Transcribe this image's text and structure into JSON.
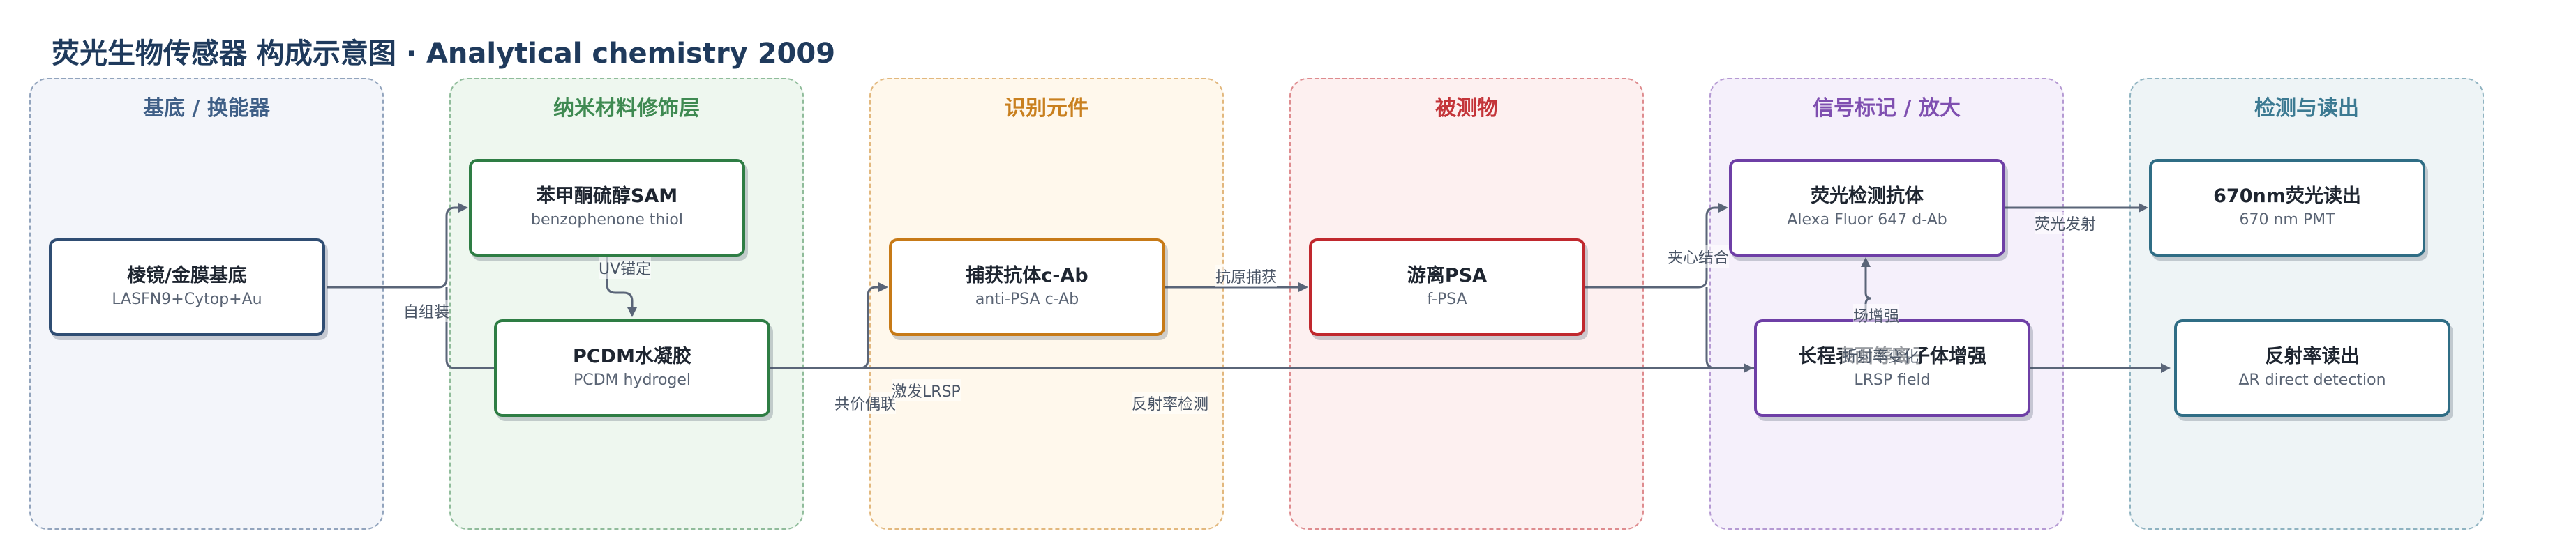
{
  "header": {
    "title": "荧光生物传感器 构成示意图 · Analytical chemistry 2009"
  },
  "lanes": [
    {
      "title": "基底 / 换能器",
      "color": "#3f5f87",
      "bg": "#f3f5fa"
    },
    {
      "title": "纳米材料修饰层",
      "color": "#3f8a52",
      "bg": "#eef7ef"
    },
    {
      "title": "识别元件",
      "color": "#c9801f",
      "bg": "#fff8ec"
    },
    {
      "title": "被测物",
      "color": "#c4353a",
      "bg": "#fdf0f0"
    },
    {
      "title": "信号标记 / 放大",
      "color": "#7f4fb0",
      "bg": "#f5f0fb"
    },
    {
      "title": "检测与读出",
      "color": "#3c7a92",
      "bg": "#eef4f6"
    }
  ],
  "nodes": {
    "substrate": {
      "title": "棱镜/金膜基底",
      "sub": "LASFN9+Cytop+Au",
      "color": "#2f4d73"
    },
    "sam": {
      "title": "苯甲酮硫醇SAM",
      "sub": "benzophenone thiol",
      "color": "#2e7d44"
    },
    "hydrogel": {
      "title": "PCDM水凝胶",
      "sub": "PCDM hydrogel",
      "color": "#2e7d44"
    },
    "capture": {
      "title": "捕获抗体c-Ab",
      "sub": "anti-PSA c-Ab",
      "color": "#c77a17"
    },
    "analyte": {
      "title": "游离PSA",
      "sub": "f-PSA",
      "color": "#c0282e"
    },
    "fluor_ab": {
      "title": "荧光检测抗体",
      "sub": "Alexa Fluor 647 d-Ab",
      "color": "#6e3fa6"
    },
    "lrsp": {
      "title": "长程表面等离子体增强",
      "sub": "LRSP field",
      "color": "#6e3fa6"
    },
    "fl_read": {
      "title": "670nm荧光读出",
      "sub": "670 nm PMT",
      "color": "#2f6d85"
    },
    "refl_read": {
      "title": "反射率读出",
      "sub": "ΔR direct detection",
      "color": "#2f6d85"
    }
  },
  "edge_labels": {
    "self_assembly": "自组装",
    "uv_anchor": "UV锚定",
    "covalent": "共价偶联",
    "excite_lrsp": "激发LRSP",
    "antigen_capture": "抗原捕获",
    "refl_detect": "反射率检测",
    "sandwich": "夹心结合",
    "field_enhance": "场增强",
    "fluor_emit": "荧光发射",
    "refl_change": "折射率变化"
  }
}
